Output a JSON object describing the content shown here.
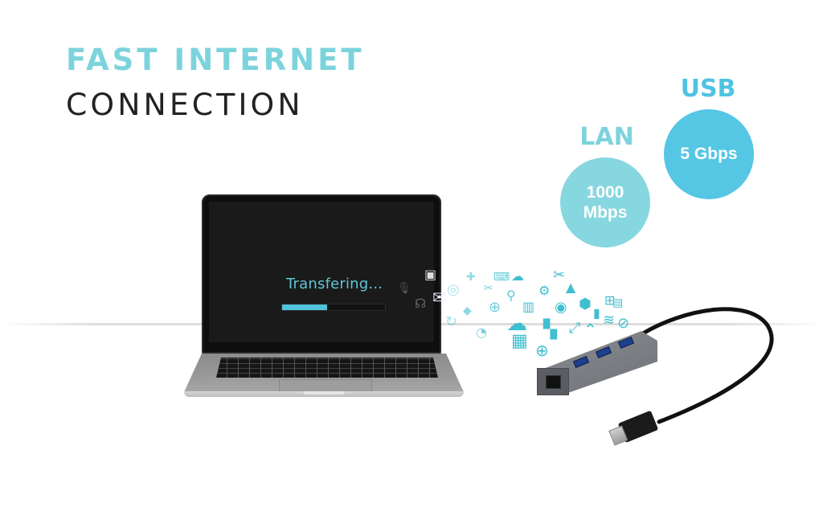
{
  "headline": {
    "line1": "FAST INTERNET",
    "line2": "CONNECTION"
  },
  "specs": [
    {
      "label": "LAN",
      "value_line1": "1000",
      "value_line2": "Mbps",
      "label_color": "#7dd3dc",
      "circle_color": "#86d7e0"
    },
    {
      "label": "USB",
      "value_line1": "5 Gbps",
      "value_line2": "",
      "label_color": "#4fc4e2",
      "circle_color": "#55c6e4"
    }
  ],
  "laptop": {
    "status_text": "Transfering...",
    "progress_percent": 44,
    "progress_color": "#4fc4dc"
  },
  "colors": {
    "accent_light": "#7dd3dc",
    "accent": "#4fc4e2",
    "icon_stream": "#3fbfd0"
  },
  "icons": [
    "globe-icon",
    "cloud-icon",
    "gear-icon",
    "scissors-icon",
    "envelope-icon",
    "target-icon",
    "battery-icon",
    "keyboard-icon",
    "chart-icon",
    "pin-icon",
    "magnifier-icon",
    "grid-icon",
    "expand-icon",
    "refresh-icon",
    "wifi-icon",
    "photo-icon",
    "puzzle-icon",
    "tag-icon",
    "headset-icon",
    "microphone-icon"
  ]
}
